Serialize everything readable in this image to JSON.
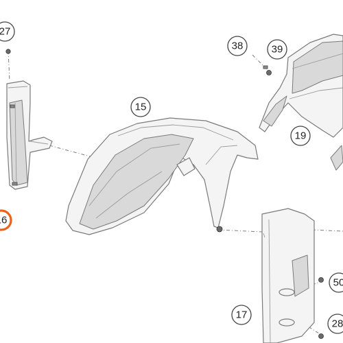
{
  "callouts": {
    "c27": "27",
    "c38": "38",
    "c39": "39",
    "c15": "15",
    "c19": "19",
    "c16": "16",
    "c50": "50",
    "c17": "17",
    "c28": "28"
  },
  "colors": {
    "highlight": "#e8631c",
    "line": "#7a7a7a"
  }
}
